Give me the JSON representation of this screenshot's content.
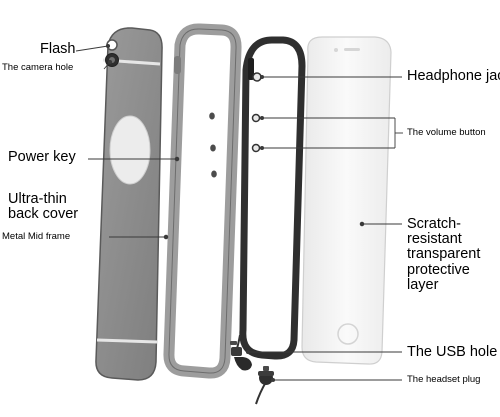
{
  "labels": {
    "flash": "Flash",
    "camera_hole": "The camera hole",
    "power_key": "Power key",
    "back_cover": "Ultra-thin back cover",
    "mid_frame": "Metal Mid frame",
    "headphone_jack": "Headphone jack",
    "volume_button": "The volume button",
    "protective_layer": "Scratch-resistant transparent protective layer",
    "usb_hole": "The USB hole",
    "headset_plug": "The headset plug"
  },
  "colors": {
    "back_cover": "#8f8f8f",
    "mid_frame": "#a3a3a3",
    "rubber_frame": "#2f2f2f",
    "film": "#f4f4f4",
    "leader_line": "#3a3a3a"
  },
  "icons": {
    "usb_plug": "rubber-plug-icon",
    "headset_plug": "rubber-plug-icon"
  }
}
